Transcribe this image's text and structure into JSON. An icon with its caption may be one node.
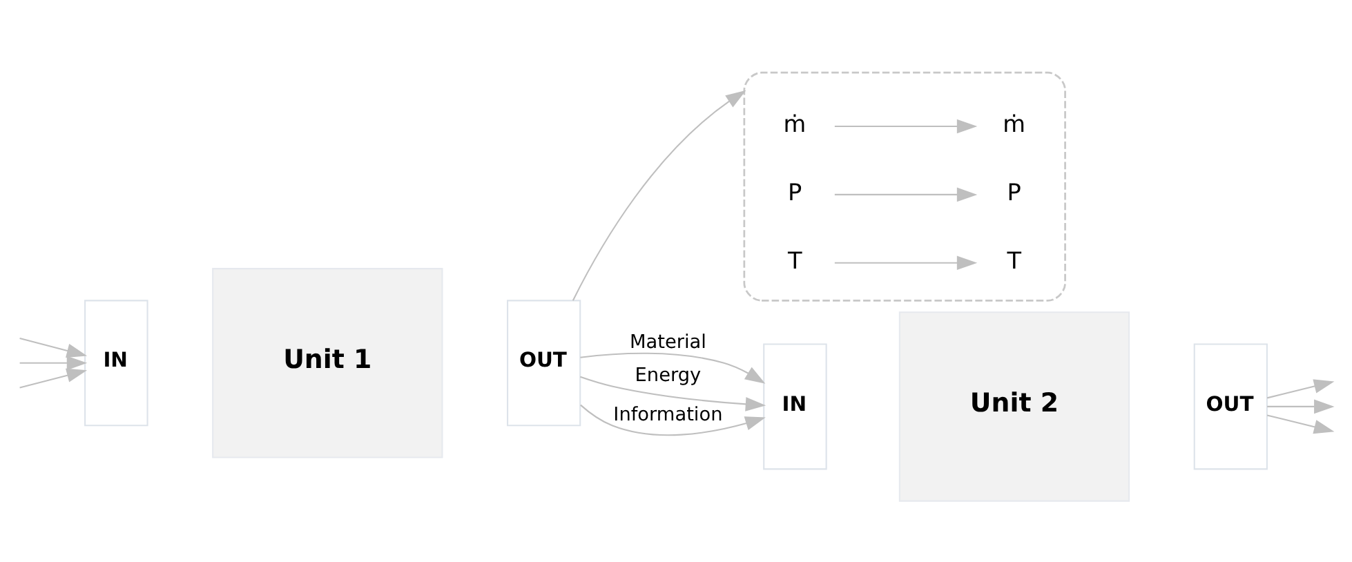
{
  "diagram": {
    "nodes": [
      {
        "text": [
          "IN"
        ]
      },
      {
        "text": [
          "Unit 1"
        ]
      },
      {
        "text": [
          "OUT"
        ]
      },
      {
        "text": [
          "IN"
        ]
      },
      {
        "text": [
          "Unit 2"
        ]
      },
      {
        "text": [
          "OUT"
        ]
      },
      {
        "text": [],
        "shape": "ellipse"
      },
      {
        "text": [
          "ṁ"
        ],
        "in": 6
      },
      {
        "text": [
          "ṁ"
        ],
        "in": 6
      },
      {
        "text": [
          "P"
        ],
        "in": 6
      },
      {
        "text": [
          "P"
        ],
        "in": 6
      },
      {
        "text": [
          "T"
        ],
        "in": 6
      },
      {
        "text": [
          "T"
        ],
        "in": 6
      }
    ],
    "edges": [
      {
        "from": null,
        "to": 0,
        "arrow": "to"
      },
      {
        "from": null,
        "to": 0,
        "arrow": "to"
      },
      {
        "from": null,
        "to": 0,
        "arrow": "to"
      },
      {
        "from": 2,
        "to": 3,
        "arrow": "to",
        "label": "Material"
      },
      {
        "from": 2,
        "to": 3,
        "arrow": "to",
        "label": "Energy"
      },
      {
        "from": 2,
        "to": 3,
        "arrow": "to",
        "label": "Information"
      },
      {
        "from": 2,
        "to": 6,
        "arrow": "to"
      },
      {
        "from": 7,
        "to": 8,
        "arrow": "to"
      },
      {
        "from": 9,
        "to": 10,
        "arrow": "to"
      },
      {
        "from": 11,
        "to": 12,
        "arrow": "to"
      },
      {
        "from": 5,
        "to": null,
        "arrow": "to"
      },
      {
        "from": 5,
        "to": null,
        "arrow": "to"
      },
      {
        "from": 5,
        "to": null,
        "arrow": "to"
      }
    ]
  }
}
